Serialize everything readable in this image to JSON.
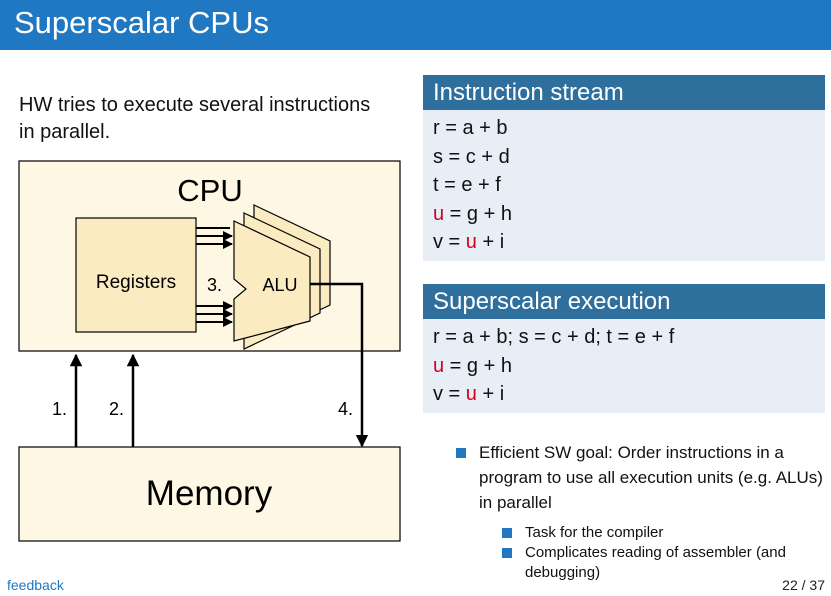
{
  "slide": {
    "title": "Superscalar CPUs",
    "intro_text": "HW tries to execute several instructions in parallel."
  },
  "diagram": {
    "cpu_label": "CPU",
    "registers_label": "Registers",
    "alu_label": "ALU",
    "memory_label": "Memory",
    "step_1": "1.",
    "step_2": "2.",
    "step_3": "3.",
    "step_4": "4."
  },
  "instruction_stream": {
    "heading": "Instruction stream",
    "lines": [
      {
        "pre": "",
        "hl": "",
        "post": "r = a + b"
      },
      {
        "pre": "",
        "hl": "",
        "post": "s = c + d"
      },
      {
        "pre": "",
        "hl": "",
        "post": "t = e + f"
      },
      {
        "pre": "",
        "hl": "u",
        "post": " = g + h"
      },
      {
        "pre": "v = ",
        "hl": "u",
        "post": " + i"
      }
    ]
  },
  "superscalar_execution": {
    "heading": "Superscalar execution",
    "lines": [
      {
        "pre": "",
        "hl": "",
        "post": "r = a + b; s = c + d; t = e + f"
      },
      {
        "pre": "",
        "hl": "u",
        "post": " = g + h"
      },
      {
        "pre": "v = ",
        "hl": "u",
        "post": " + i"
      }
    ]
  },
  "bullets": {
    "main": "Efficient SW goal: Order instructions in a program to use all execution units (e.g. ALUs) in parallel",
    "sub": [
      "Task for the compiler",
      "Complicates reading of assembler (and debugging)"
    ]
  },
  "footer": {
    "feedback": "feedback",
    "page": "22 / 37"
  },
  "colors": {
    "title_bar": "#1f78c1",
    "panel_header": "#2e6f9e",
    "panel_body": "#e7eef5",
    "cpu_fill": "#fdf7e4",
    "registers_fill": "#faebc0",
    "highlight": "#d0021b"
  }
}
